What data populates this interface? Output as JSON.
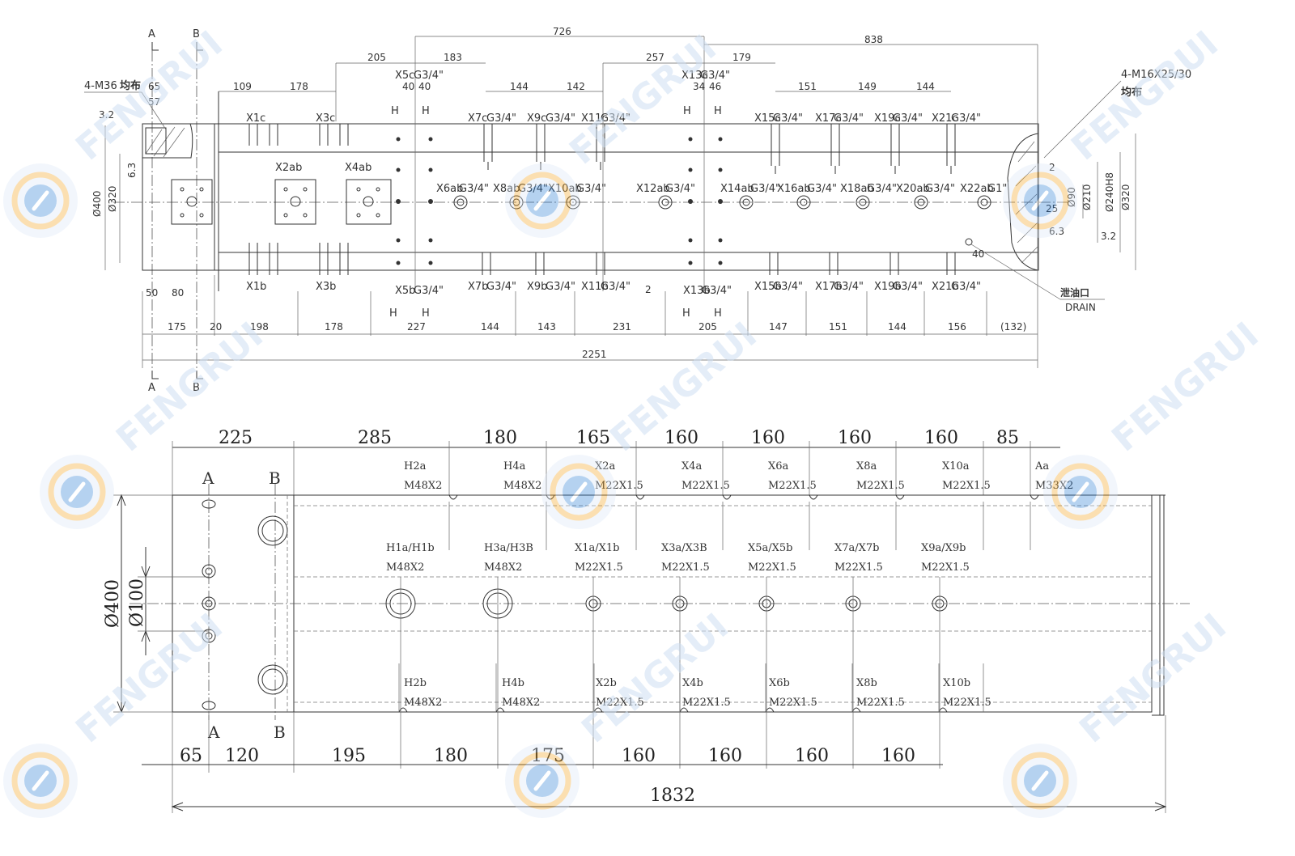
{
  "watermark": {
    "text": "FENGRUI",
    "color": "#cfe0f3",
    "badge_color": "#2f7fd6",
    "accent_color": "#f5a623"
  },
  "top_view": {
    "section_marks": [
      "A",
      "B",
      "A",
      "B"
    ],
    "callouts": {
      "left_thread": "4-M36",
      "left_thread_note": "均布",
      "right_thread": "4-M16X25/30",
      "right_thread_note": "均布",
      "drain_cn": "泄油口",
      "drain_en": "DRAIN",
      "roughness_a": "3.2",
      "roughness_b": "6.3",
      "roughness_c": "3.2",
      "roughness_d": "6.3"
    },
    "top_dims": {
      "d726": "726",
      "d838": "838",
      "d205": "205",
      "d183": "183",
      "d257": "257",
      "d179": "179",
      "d109": "109",
      "d178": "178",
      "d65": "65",
      "d57": "57",
      "d40a": "40",
      "d40b": "40",
      "d144a": "144",
      "d142": "142",
      "d34": "34",
      "d46": "46",
      "d151": "151",
      "d149": "149",
      "d144b": "144"
    },
    "port_labels_top": [
      "X1c",
      "X3c",
      "X5c",
      "X7c",
      "X9c",
      "X11c",
      "X13c",
      "X15c",
      "X17c",
      "X19c",
      "X21c"
    ],
    "port_thread": "G3/4\"",
    "port_labels_side": [
      "X2ab",
      "X4ab"
    ],
    "port_labels_mid": [
      "X6ab",
      "X8ab",
      "X10ab",
      "X12ab",
      "X14ab",
      "X16ab",
      "X18ab",
      "X20ab",
      "X22ab"
    ],
    "g1_label": "G1\"",
    "port_labels_bottom": [
      "X1b",
      "X3b",
      "X5b",
      "X7b",
      "X9b",
      "X11b",
      "X13b",
      "X15b",
      "X17b",
      "X19b",
      "X21b"
    ],
    "h_marks": [
      "H",
      "H",
      "H",
      "H",
      "H",
      "H",
      "H",
      "H"
    ],
    "diameters_left": [
      "Ø400",
      "Ø320"
    ],
    "diameters_right": [
      "Ø90",
      "Ø210",
      "Ø240H8",
      "Ø320"
    ],
    "small_dims": {
      "d2a": "2",
      "d25": "25",
      "d2b": "2",
      "d40": "40"
    },
    "bottom_dims": [
      "175",
      "20",
      "198",
      "178",
      "227",
      "144",
      "143",
      "231",
      "205",
      "147",
      "151",
      "144",
      "156",
      "(132)"
    ],
    "left_small_dims": [
      "50",
      "80"
    ],
    "overall": "2251"
  },
  "bottom_view": {
    "top_dims": [
      "225",
      "285",
      "180",
      "165",
      "160",
      "160",
      "160",
      "160",
      "85"
    ],
    "section_marks": [
      "A",
      "B",
      "A",
      "B"
    ],
    "upper_labels": [
      {
        "name": "H2a",
        "thread": "M48X2"
      },
      {
        "name": "H4a",
        "thread": "M48X2"
      },
      {
        "name": "X2a",
        "thread": "M22X1.5"
      },
      {
        "name": "X4a",
        "thread": "M22X1.5"
      },
      {
        "name": "X6a",
        "thread": "M22X1.5"
      },
      {
        "name": "X8a",
        "thread": "M22X1.5"
      },
      {
        "name": "X10a",
        "thread": "M22X1.5"
      },
      {
        "name": "Aa",
        "thread": "M33X2"
      }
    ],
    "mid_labels": [
      {
        "name": "H1a/H1b",
        "thread": "M48X2"
      },
      {
        "name": "H3a/H3B",
        "thread": "M48X2"
      },
      {
        "name": "X1a/X1b",
        "thread": "M22X1.5"
      },
      {
        "name": "X3a/X3B",
        "thread": "M22X1.5"
      },
      {
        "name": "X5a/X5b",
        "thread": "M22X1.5"
      },
      {
        "name": "X7a/X7b",
        "thread": "M22X1.5"
      },
      {
        "name": "X9a/X9b",
        "thread": "M22X1.5"
      }
    ],
    "lower_labels": [
      {
        "name": "H2b",
        "thread": "M48X2"
      },
      {
        "name": "H4b",
        "thread": "M48X2"
      },
      {
        "name": "X2b",
        "thread": "M22X1.5"
      },
      {
        "name": "X4b",
        "thread": "M22X1.5"
      },
      {
        "name": "X6b",
        "thread": "M22X1.5"
      },
      {
        "name": "X8b",
        "thread": "M22X1.5"
      },
      {
        "name": "X10b",
        "thread": "M22X1.5"
      }
    ],
    "diameters": [
      "Ø400",
      "Ø100"
    ],
    "bottom_dims": [
      "65",
      "120",
      "195",
      "180",
      "175",
      "160",
      "160",
      "160",
      "160"
    ],
    "overall": "1832"
  }
}
